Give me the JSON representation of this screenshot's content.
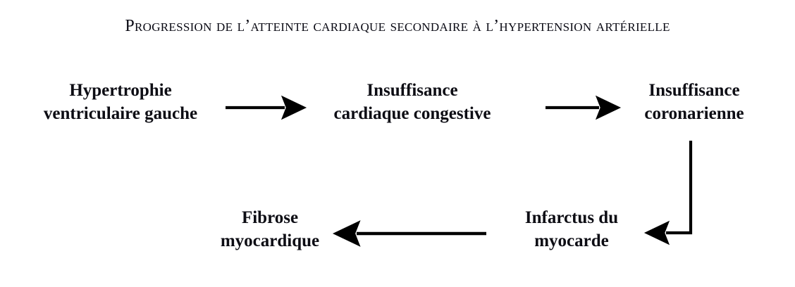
{
  "diagram": {
    "title": "Progression de l’atteinte cardiaque secondaire à l’hypertension artérielle",
    "background_color": "#ffffff",
    "ink_color": "#000000",
    "type": "flowchart",
    "nodes": [
      {
        "id": "hvg",
        "line1": "Hypertrophie",
        "line2": "ventriculaire gauche",
        "order": 1
      },
      {
        "id": "icc",
        "line1": "Insuffisance",
        "line2": "cardiaque congestive",
        "order": 2
      },
      {
        "id": "ic",
        "line1": "Insuffisance",
        "line2": "coronarienne",
        "order": 3
      },
      {
        "id": "idm",
        "line1": "Infarctus du",
        "line2": "myocarde",
        "order": 4
      },
      {
        "id": "fm",
        "line1": "Fibrose",
        "line2": "myocardique",
        "order": 5
      }
    ],
    "edges": [
      {
        "id": "hvg-to-icc",
        "from": "hvg",
        "to": "icc",
        "direction": "right"
      },
      {
        "id": "icc-to-ic",
        "from": "icc",
        "to": "ic",
        "direction": "right"
      },
      {
        "id": "ic-to-idm",
        "from": "ic",
        "to": "idm",
        "direction": "down-then-left"
      },
      {
        "id": "idm-to-fm",
        "from": "idm",
        "to": "fm",
        "direction": "left"
      }
    ]
  }
}
